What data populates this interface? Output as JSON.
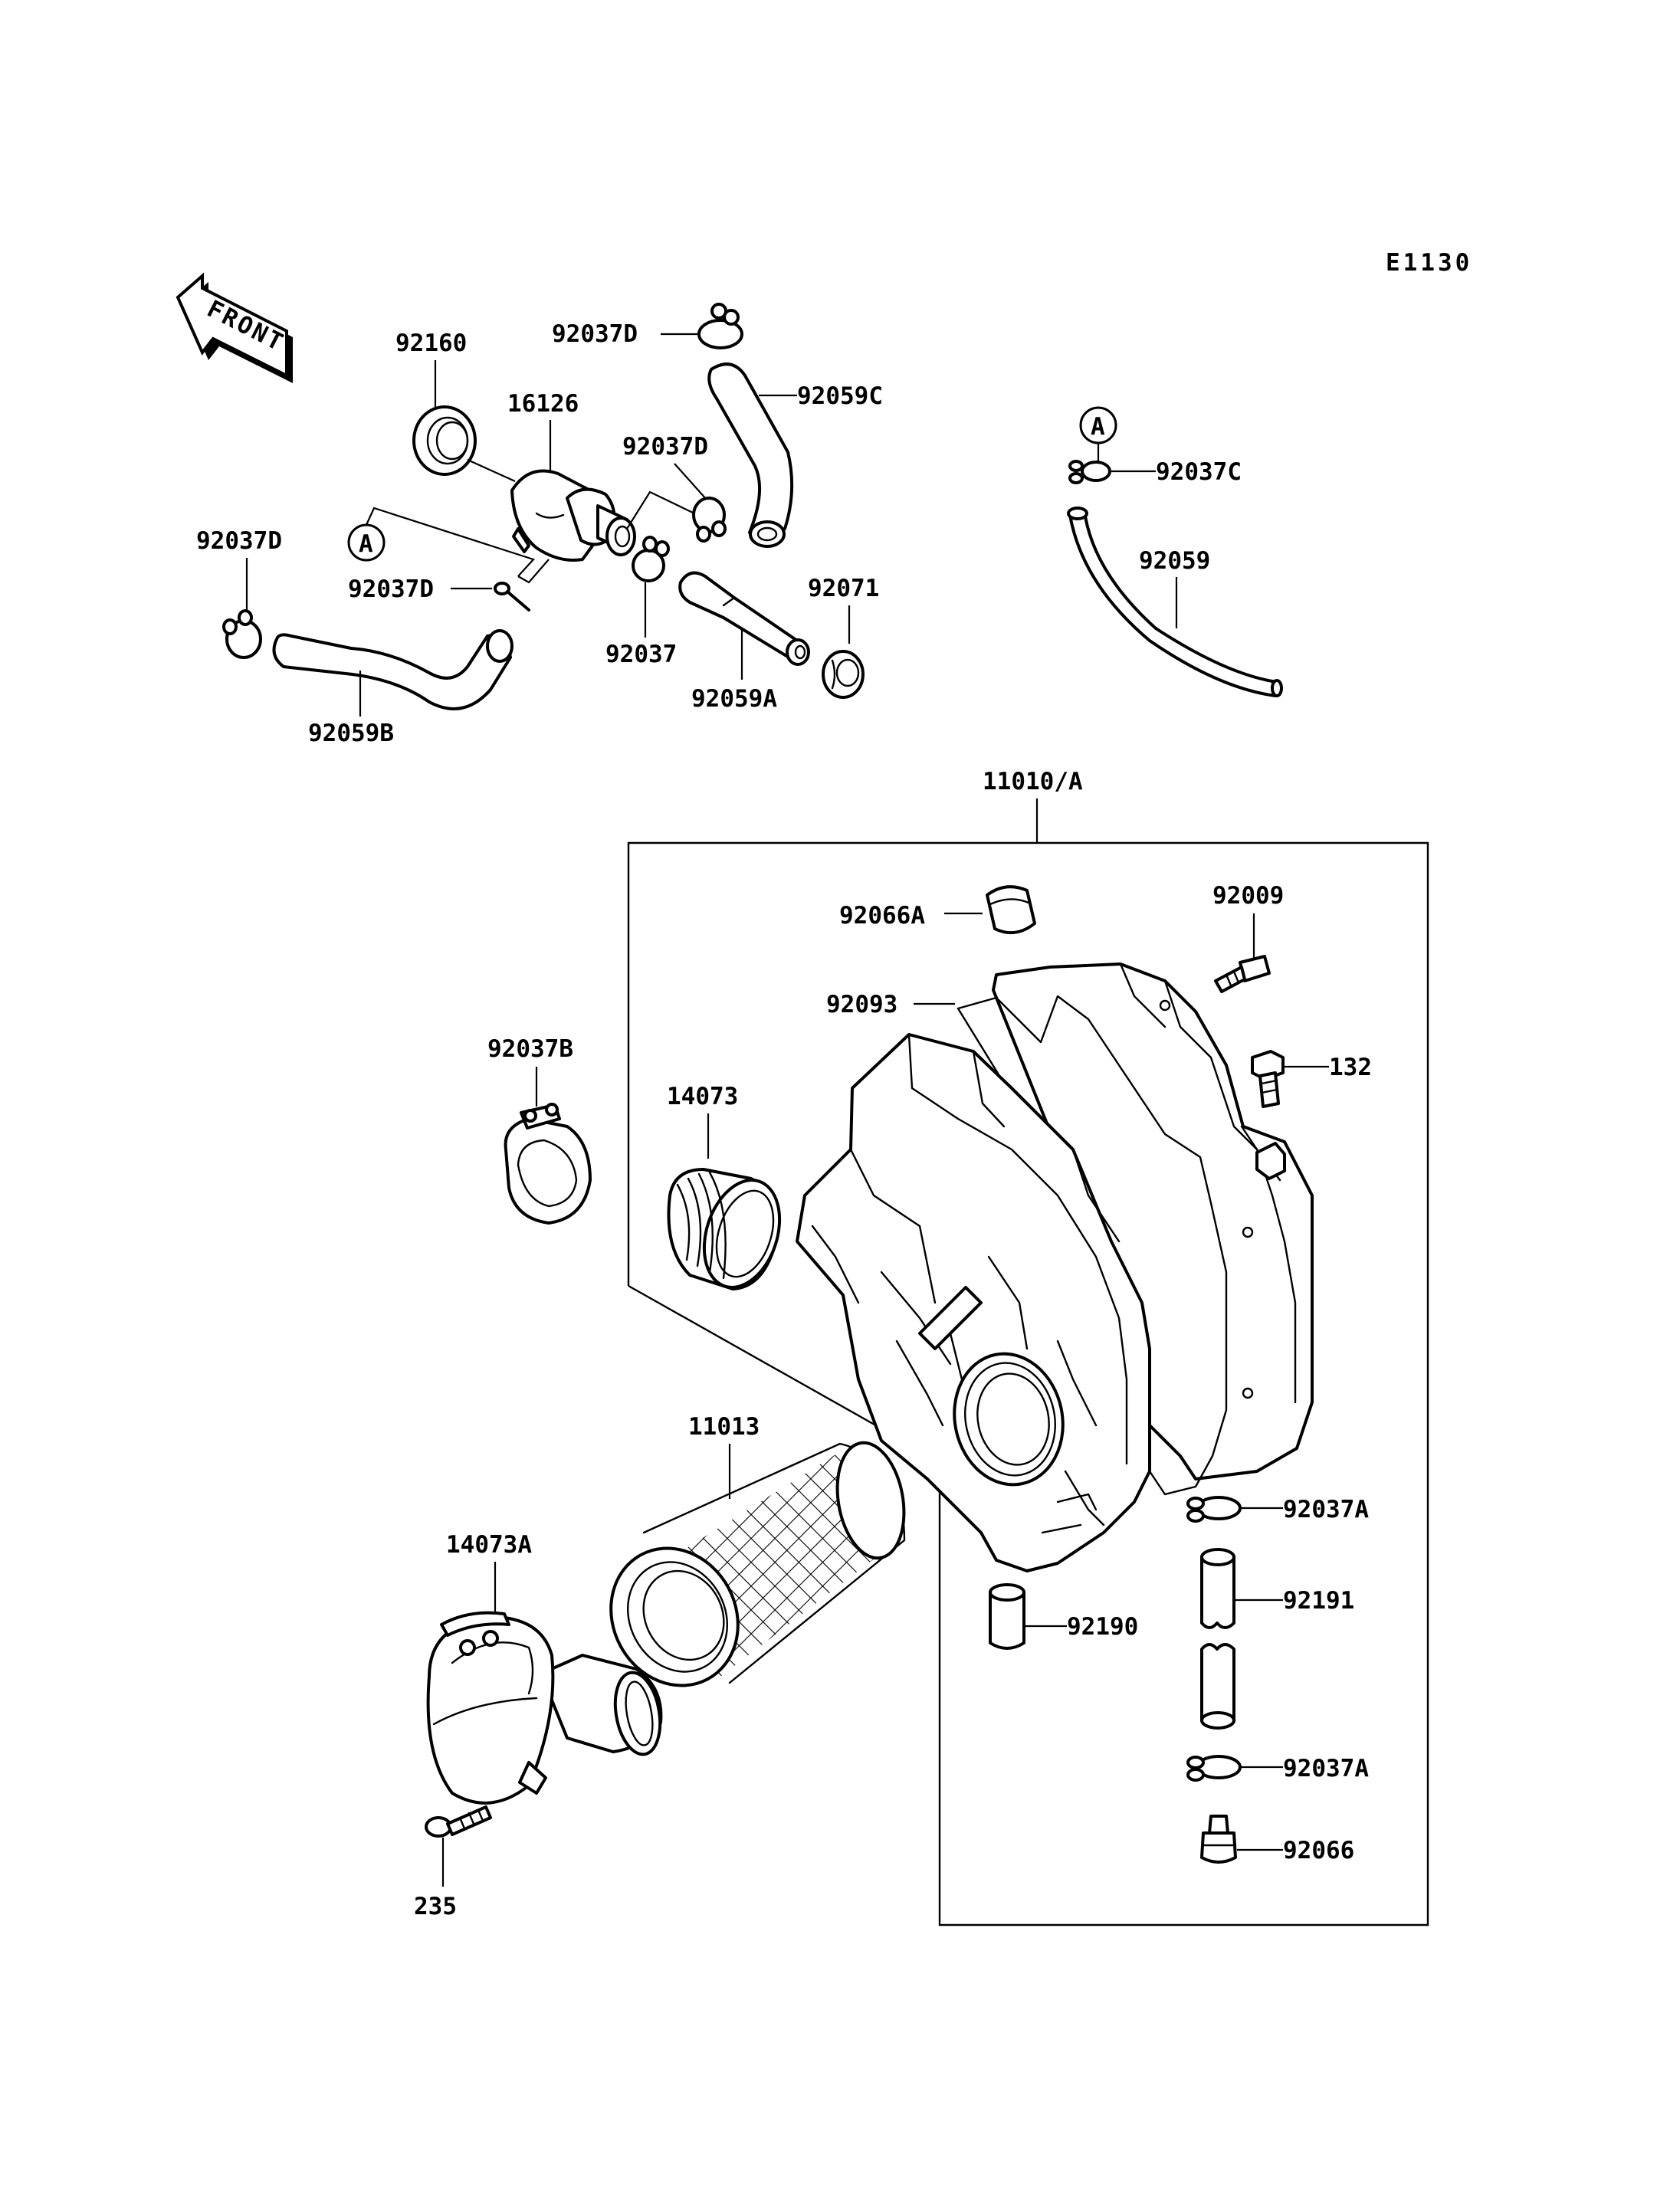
{
  "diagram_code": "E1130",
  "front_arrow": {
    "label": "FRONT"
  },
  "ref_markers": {
    "a_left": "A",
    "a_right": "A"
  },
  "parts": {
    "p92160": "92160",
    "p16126": "16126",
    "p92037D_top": "92037D",
    "p92059C": "92059C",
    "p92037D_mid": "92037D",
    "p92037D_left": "92037D",
    "p92037D_small": "92037D",
    "p92037": "92037",
    "p92071": "92071",
    "p92059A": "92059A",
    "p92059B": "92059B",
    "p92037C": "92037C",
    "p92059": "92059",
    "p11010A": "11010/A",
    "p92066A": "92066A",
    "p92009": "92009",
    "p92093": "92093",
    "p132": "132",
    "p92037B": "92037B",
    "p14073": "14073",
    "p11013": "11013",
    "p14073A": "14073A",
    "p235": "235",
    "p92037A_top": "92037A",
    "p92191": "92191",
    "p92190": "92190",
    "p92037A_bottom": "92037A",
    "p92066": "92066"
  }
}
